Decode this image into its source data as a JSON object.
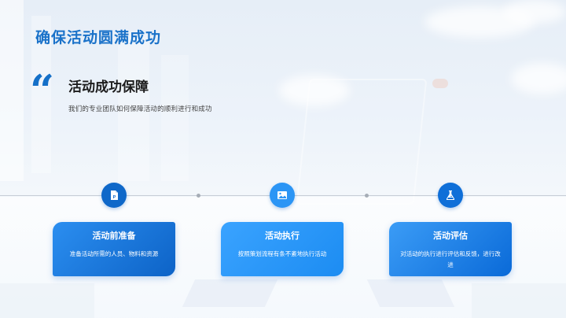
{
  "page": {
    "title": "确保活动圆满成功"
  },
  "section": {
    "quote_icon": "quote-mark-icon",
    "quote_glyph": "“",
    "heading": "活动成功保障",
    "subtitle": "我们的专业团队如何保障活动的顺利进行和成功"
  },
  "timeline": {
    "line_color": "#c6cdd6",
    "steps": [
      {
        "icon": "document-p-icon",
        "icon_bg": "#0f68c9",
        "title": "活动前准备",
        "description": "准备活动所需的人员、物料和资源"
      },
      {
        "icon": "image-icon",
        "icon_bg": "#2b95f5",
        "title": "活动执行",
        "description": "按照策划流程有条不紊地执行活动"
      },
      {
        "icon": "flask-icon",
        "icon_bg": "#0f6fd8",
        "title": "活动评估",
        "description": "对活动的执行进行评估和反馈，进行改进"
      }
    ]
  },
  "colors": {
    "accent": "#1a72c9",
    "heading": "#1c1c1c",
    "card_text": "#ffffff"
  }
}
